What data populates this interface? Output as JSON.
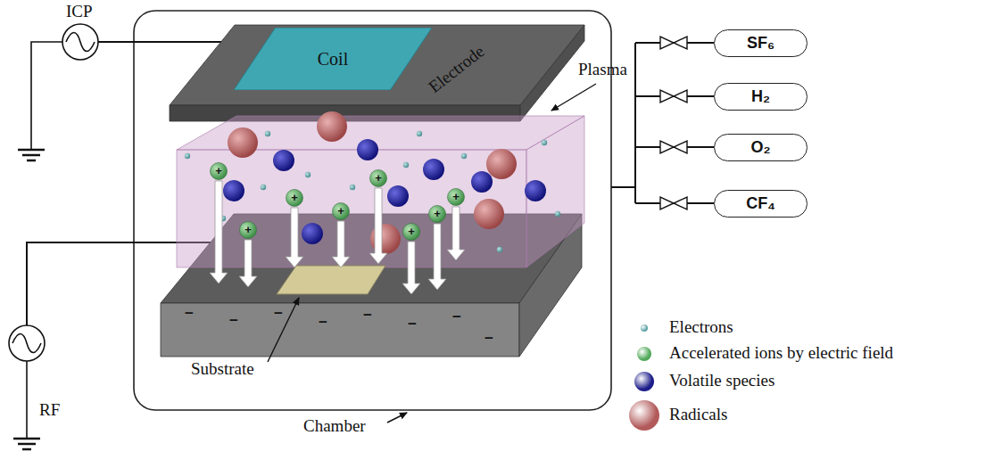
{
  "diagram": {
    "nodes": [
      {
        "text": [
          "Coil"
        ]
      },
      {
        "text": [
          "SF₆"
        ]
      },
      {
        "text": [
          "H₂"
        ]
      },
      {
        "text": [
          "O₂"
        ]
      },
      {
        "text": [
          "CF₄"
        ]
      }
    ],
    "labels": [
      "ICP",
      "Electrode",
      "Plasma",
      "Substrate",
      "Chamber",
      "RF",
      "+",
      "+",
      "+",
      "+",
      "+",
      "+",
      "+",
      "+",
      "−",
      "−",
      "−",
      "−",
      "−",
      "−",
      "−",
      "−"
    ],
    "legend": [
      {
        "text": "Electrons",
        "color": "#5fa3a6"
      },
      {
        "text": "Accelerated ions by electric field",
        "color": "#4fa857"
      },
      {
        "text": "Volatile species",
        "color": "#1c1c8a"
      },
      {
        "text": "Radicals",
        "color": "#b25a5a"
      }
    ]
  }
}
